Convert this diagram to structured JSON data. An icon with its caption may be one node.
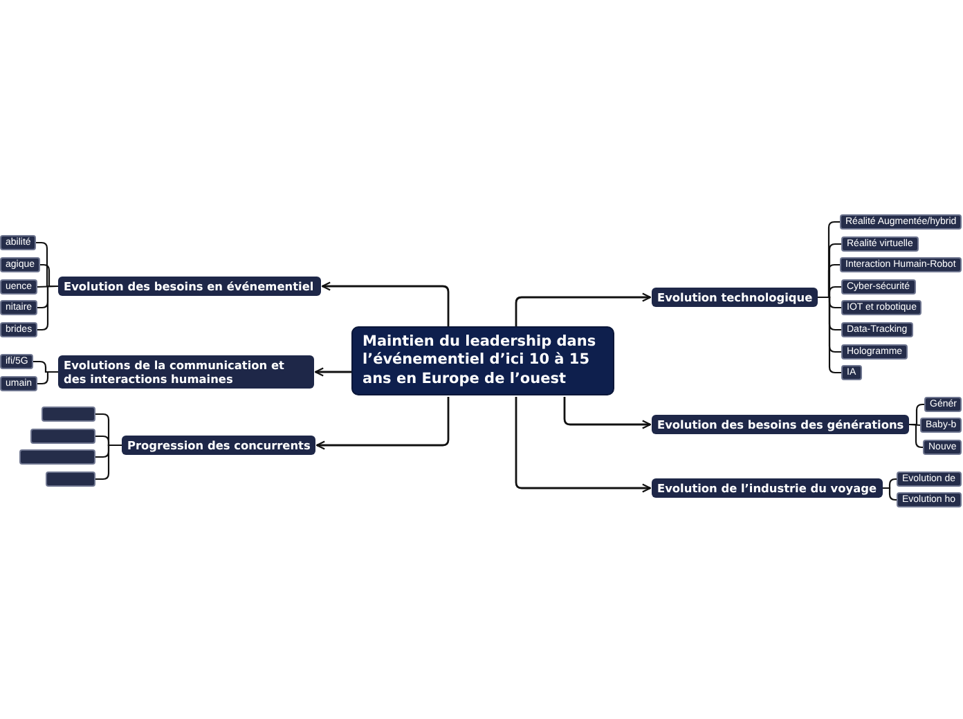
{
  "diagram": {
    "nodes": [
      {
        "text": [
          "Maintien du leadership dans l’événementiel d’ici 10 à 15 ans en Europe de l’ouest"
        ]
      },
      {
        "text": [
          "Evolution des besoins en événementiel"
        ]
      },
      {
        "text": [
          "abilité"
        ]
      },
      {
        "text": [
          "agique"
        ]
      },
      {
        "text": [
          "uence"
        ]
      },
      {
        "text": [
          "nitaire"
        ]
      },
      {
        "text": [
          "brides"
        ]
      },
      {
        "text": [
          "Evolutions de la communication et des interactions humaines"
        ]
      },
      {
        "text": [
          "ifi/5G"
        ]
      },
      {
        "text": [
          "umain"
        ]
      },
      {
        "text": [
          "Progression des concurrents"
        ]
      },
      {
        "text": [],
        "shape": "box"
      },
      {
        "text": [],
        "shape": "box"
      },
      {
        "text": [],
        "shape": "box"
      },
      {
        "text": [],
        "shape": "box"
      },
      {
        "text": [
          "Evolution technologique"
        ]
      },
      {
        "text": [
          "Réalité Augmentée/hybrid"
        ]
      },
      {
        "text": [
          "Réalité virtuelle"
        ]
      },
      {
        "text": [
          "Interaction Humain-Robot"
        ]
      },
      {
        "text": [
          "Cyber-sécurité"
        ]
      },
      {
        "text": [
          "IOT et robotique"
        ]
      },
      {
        "text": [
          "Data-Tracking"
        ]
      },
      {
        "text": [
          "Hologramme"
        ]
      },
      {
        "text": [
          "IA"
        ]
      },
      {
        "text": [
          "Evolution des besoins des générations"
        ]
      },
      {
        "text": [
          "Génér"
        ]
      },
      {
        "text": [
          "Baby-b"
        ]
      },
      {
        "text": [
          "Nouve"
        ]
      },
      {
        "text": [
          "Evolution de l’industrie du voyage"
        ]
      },
      {
        "text": [
          "Evolution de"
        ]
      },
      {
        "text": [
          "Evolution ho"
        ]
      }
    ],
    "edges": [
      {
        "from": 0,
        "to": 1,
        "arrow": "to"
      },
      {
        "from": 1,
        "to": 2,
        "arrow": "none"
      },
      {
        "from": 1,
        "to": 3,
        "arrow": "none"
      },
      {
        "from": 1,
        "to": 4,
        "arrow": "none"
      },
      {
        "from": 1,
        "to": 5,
        "arrow": "none"
      },
      {
        "from": 1,
        "to": 6,
        "arrow": "none"
      },
      {
        "from": 0,
        "to": 7,
        "arrow": "to"
      },
      {
        "from": 7,
        "to": 8,
        "arrow": "none"
      },
      {
        "from": 7,
        "to": 9,
        "arrow": "none"
      },
      {
        "from": 0,
        "to": 10,
        "arrow": "to"
      },
      {
        "from": 10,
        "to": 11,
        "arrow": "none"
      },
      {
        "from": 10,
        "to": 12,
        "arrow": "none"
      },
      {
        "from": 10,
        "to": 13,
        "arrow": "none"
      },
      {
        "from": 10,
        "to": 14,
        "arrow": "none"
      },
      {
        "from": 0,
        "to": 15,
        "arrow": "to"
      },
      {
        "from": 15,
        "to": 16,
        "arrow": "none"
      },
      {
        "from": 15,
        "to": 17,
        "arrow": "none"
      },
      {
        "from": 15,
        "to": 18,
        "arrow": "none"
      },
      {
        "from": 15,
        "to": 19,
        "arrow": "none"
      },
      {
        "from": 15,
        "to": 20,
        "arrow": "none"
      },
      {
        "from": 15,
        "to": 21,
        "arrow": "none"
      },
      {
        "from": 15,
        "to": 22,
        "arrow": "none"
      },
      {
        "from": 15,
        "to": 23,
        "arrow": "none"
      },
      {
        "from": 0,
        "to": 24,
        "arrow": "to"
      },
      {
        "from": 24,
        "to": 25,
        "arrow": "none"
      },
      {
        "from": 24,
        "to": 26,
        "arrow": "none"
      },
      {
        "from": 24,
        "to": 27,
        "arrow": "none"
      },
      {
        "from": 0,
        "to": 28,
        "arrow": "to"
      },
      {
        "from": 28,
        "to": 29,
        "arrow": "none"
      },
      {
        "from": 28,
        "to": 30,
        "arrow": "none"
      }
    ]
  }
}
